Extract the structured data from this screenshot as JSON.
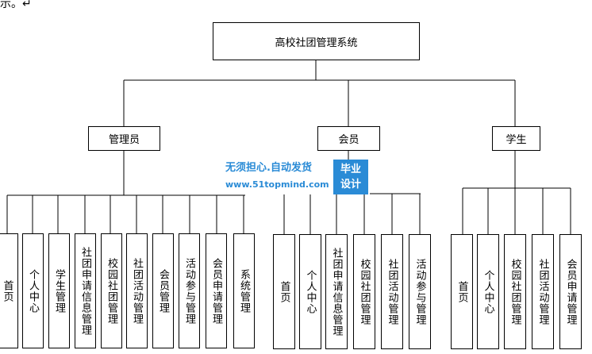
{
  "note": "示。↵",
  "root": {
    "label": "高校社团管理系统"
  },
  "groups": [
    {
      "label": "管理员",
      "children": [
        "首页",
        "个人中心",
        "学生管理",
        "社团申请信息管理",
        "校园社团管理",
        "社团活动管理",
        "会员管理",
        "活动参与管理",
        "会员申请管理",
        "系统管理"
      ]
    },
    {
      "label": "会员",
      "children": [
        "首页",
        "个人中心",
        "社团申请信息管理",
        "校园社团管理",
        "社团活动管理",
        "活动参与管理"
      ]
    },
    {
      "label": "学生",
      "children": [
        "首页",
        "个人中心",
        "校园社团管理",
        "社团活动管理",
        "会员申请管理"
      ]
    }
  ],
  "watermark": {
    "line1": "无须担心.自动发货",
    "line2": "www.51topmind.com",
    "badge_line1": "毕业",
    "badge_line2": "设计"
  }
}
